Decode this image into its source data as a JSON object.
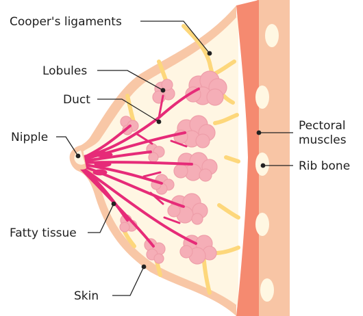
{
  "labels": {
    "coopers_ligaments": "Cooper's ligaments",
    "lobules": "Lobules",
    "duct": "Duct",
    "nipple": "Nipple",
    "fatty_tissue": "Fatty tissue",
    "skin": "Skin",
    "pectoral_muscles_line1": "Pectoral",
    "pectoral_muscles_line2": "muscles",
    "rib_bone": "Rib bone"
  },
  "colors": {
    "background": "#ffffff",
    "skin": "#f8c7a6",
    "fatty_tissue": "#fff6e3",
    "ligaments": "#fdd77b",
    "lobules": "#f5aeb7",
    "lobule_outline": "#e9909c",
    "ducts": "#e62b78",
    "pectoral_muscle": "#f58a70",
    "chest_wall": "#f8c5a5",
    "rib_bone": "#fff7e2",
    "text": "#1e1e1e"
  }
}
